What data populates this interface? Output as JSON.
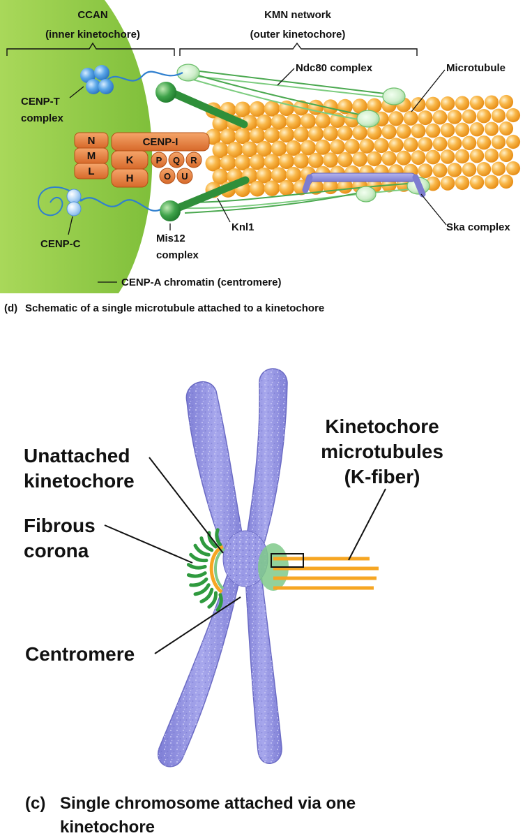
{
  "panel_d": {
    "ccan_title": "CCAN",
    "ccan_subtitle": "(inner kinetochore)",
    "kmn_title": "KMN network",
    "kmn_subtitle": "(outer kinetochore)",
    "ndc80": "Ndc80 complex",
    "microtubule": "Microtubule",
    "cenpt_line1": "CENP-T",
    "cenpt_line2": "complex",
    "cenpc": "CENP-C",
    "mis12_line1": "Mis12",
    "mis12_line2": "complex",
    "knl1": "Knl1",
    "ska": "Ska complex",
    "cenpa": "CENP-A chromatin (centromere)",
    "subunits": {
      "N": "N",
      "M": "M",
      "L": "L",
      "CENPI": "CENP-I",
      "K": "K",
      "H": "H",
      "P": "P",
      "Q": "Q",
      "R": "R",
      "O": "O",
      "U": "U"
    },
    "caption_letter": "(d)",
    "caption_text": "Schematic of a single microtubule attached to a kinetochore"
  },
  "panel_c": {
    "unattached_line1": "Unattached",
    "unattached_line2": "kinetochore",
    "fibrous_line1": "Fibrous",
    "fibrous_line2": "corona",
    "centromere": "Centromere",
    "kmt_line1": "Kinetochore",
    "kmt_line2": "microtubules",
    "kmt_line3": "(K-fiber)",
    "caption_letter": "(c)",
    "caption_line1": "Single chromosome attached via one",
    "caption_line2": "kinetochore"
  },
  "colors": {
    "centromere_green": "#8dc63f",
    "tubulin_orange": "#f6a623",
    "ccan_orange": "#e07b2e",
    "cenp_blue": "#3c8fd6",
    "kmn_green": "#3a9e45",
    "ska_purple": "#8f8fd8",
    "chromosome_purple": "#8e8ee0"
  }
}
